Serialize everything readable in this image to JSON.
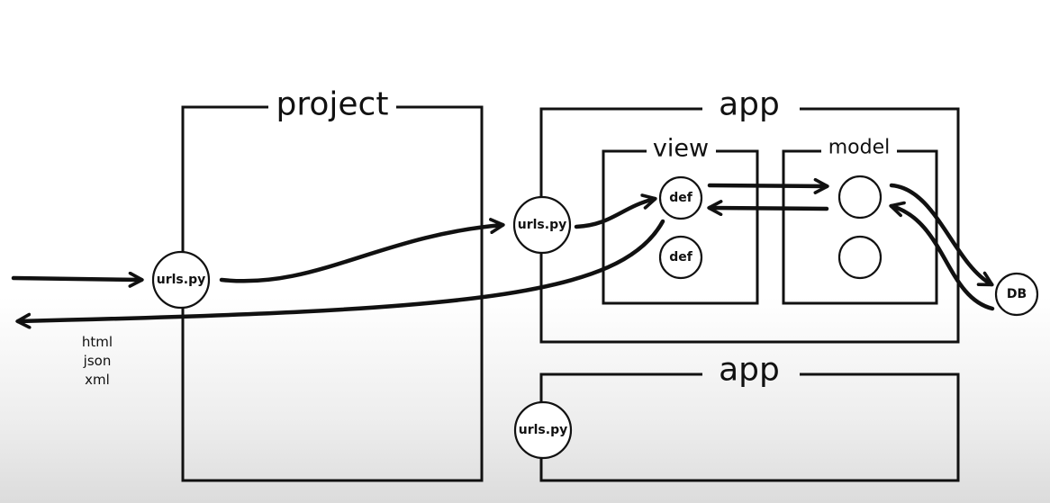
{
  "project": {
    "title": "project",
    "urls": "urls.py"
  },
  "app1": {
    "title": "app",
    "urls": "urls.py",
    "view": {
      "title": "view",
      "defs": [
        "def",
        "def"
      ]
    },
    "model": {
      "title": "model"
    }
  },
  "app2": {
    "title": "app",
    "urls": "urls.py"
  },
  "db": "DB",
  "response_formats": [
    "html",
    "json",
    "xml"
  ],
  "colors": {
    "stroke": "#111111",
    "background": "#ffffff"
  }
}
